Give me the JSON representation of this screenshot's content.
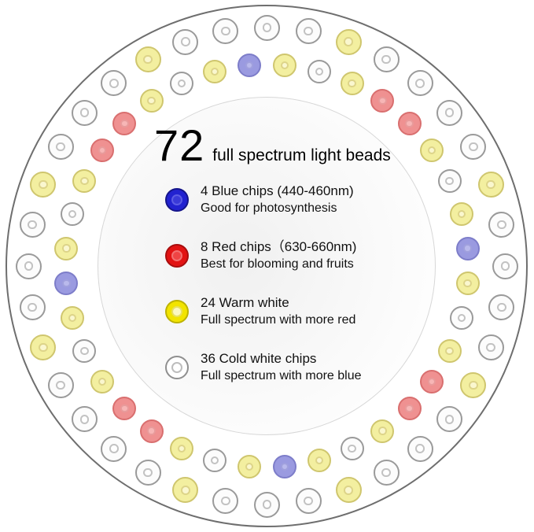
{
  "title": {
    "number": "72",
    "text": "full spectrum light beads"
  },
  "legend": [
    {
      "id": "blue",
      "line1": "4 Blue chips (440-460nm)",
      "line2": "Good for photosynthesis",
      "color": "#2222d0"
    },
    {
      "id": "red",
      "line1": "8 Red chips（630-660nm)",
      "line2": "Best for blooming and fruits",
      "color": "#e21313"
    },
    {
      "id": "warm",
      "line1": "24 Warm white",
      "line2": "Full spectrum with more red",
      "color": "#f2e400"
    },
    {
      "id": "cold",
      "line1": "36 Cold white chips",
      "line2": "Full spectrum with more blue",
      "color": "#ffffff"
    }
  ],
  "beads": {
    "palette": {
      "blue": "#9a9ae0",
      "red": "#ef9191",
      "warm": "#f3efa0",
      "cold": "#fcfcfc"
    },
    "counts": {
      "blue": 4,
      "red": 8,
      "warm": 24,
      "cold": 36,
      "total": 72
    },
    "outer": [
      "cold",
      "cold",
      "warm",
      "cold",
      "cold",
      "cold",
      "cold",
      "warm",
      "cold",
      "cold",
      "cold",
      "cold",
      "warm",
      "cold",
      "cold",
      "cold",
      "warm",
      "cold",
      "cold",
      "cold",
      "warm",
      "cold",
      "cold",
      "cold",
      "cold",
      "warm",
      "cold",
      "cold",
      "cold",
      "warm",
      "cold",
      "cold",
      "cold",
      "warm",
      "cold",
      "cold"
    ],
    "inner": [
      "blue",
      "warm",
      "cold",
      "warm",
      "red",
      "red",
      "warm",
      "cold",
      "warm",
      "blue",
      "warm",
      "cold",
      "warm",
      "red",
      "red",
      "warm",
      "cold",
      "warm",
      "blue",
      "warm",
      "cold",
      "warm",
      "red",
      "red",
      "warm",
      "cold",
      "warm",
      "blue",
      "warm",
      "cold",
      "warm",
      "red",
      "red",
      "warm",
      "cold",
      "warm"
    ]
  }
}
